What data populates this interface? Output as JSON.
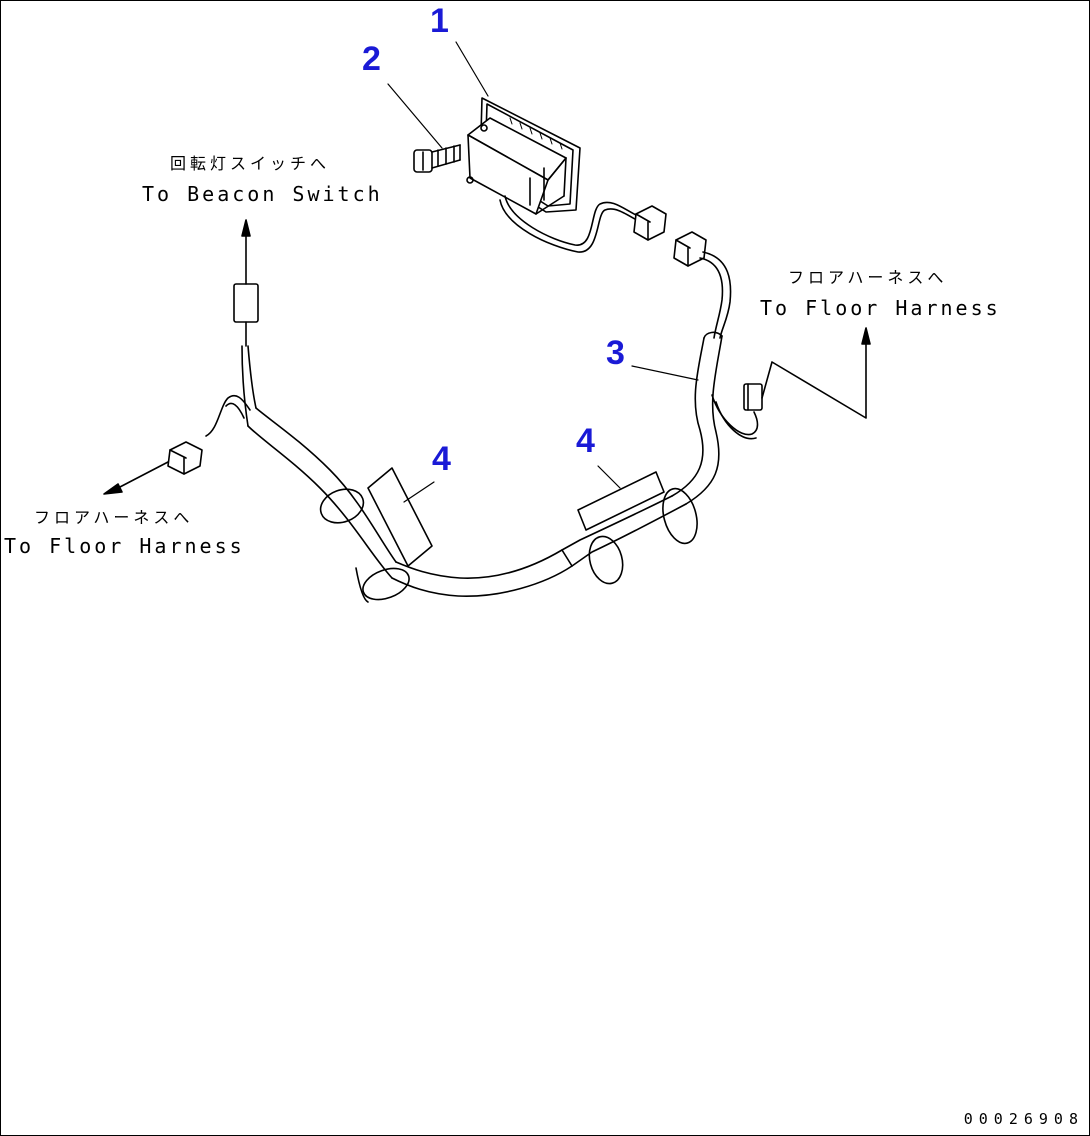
{
  "callouts": {
    "part_1": "1",
    "part_2": "2",
    "part_3": "3",
    "part_4a": "4",
    "part_4b": "4"
  },
  "labels": {
    "beacon_switch_jp": "回転灯スイッチへ",
    "beacon_switch_en": "To Beacon Switch",
    "floor_harness_right_jp": "フロアハーネスへ",
    "floor_harness_right_en": "To Floor Harness",
    "floor_harness_left_jp": "フロアハーネスへ",
    "floor_harness_left_en": "To Floor Harness"
  },
  "drawing_id": "00026908",
  "colors": {
    "callout": "#1a1ad6",
    "line": "#000000",
    "background": "#ffffff"
  }
}
